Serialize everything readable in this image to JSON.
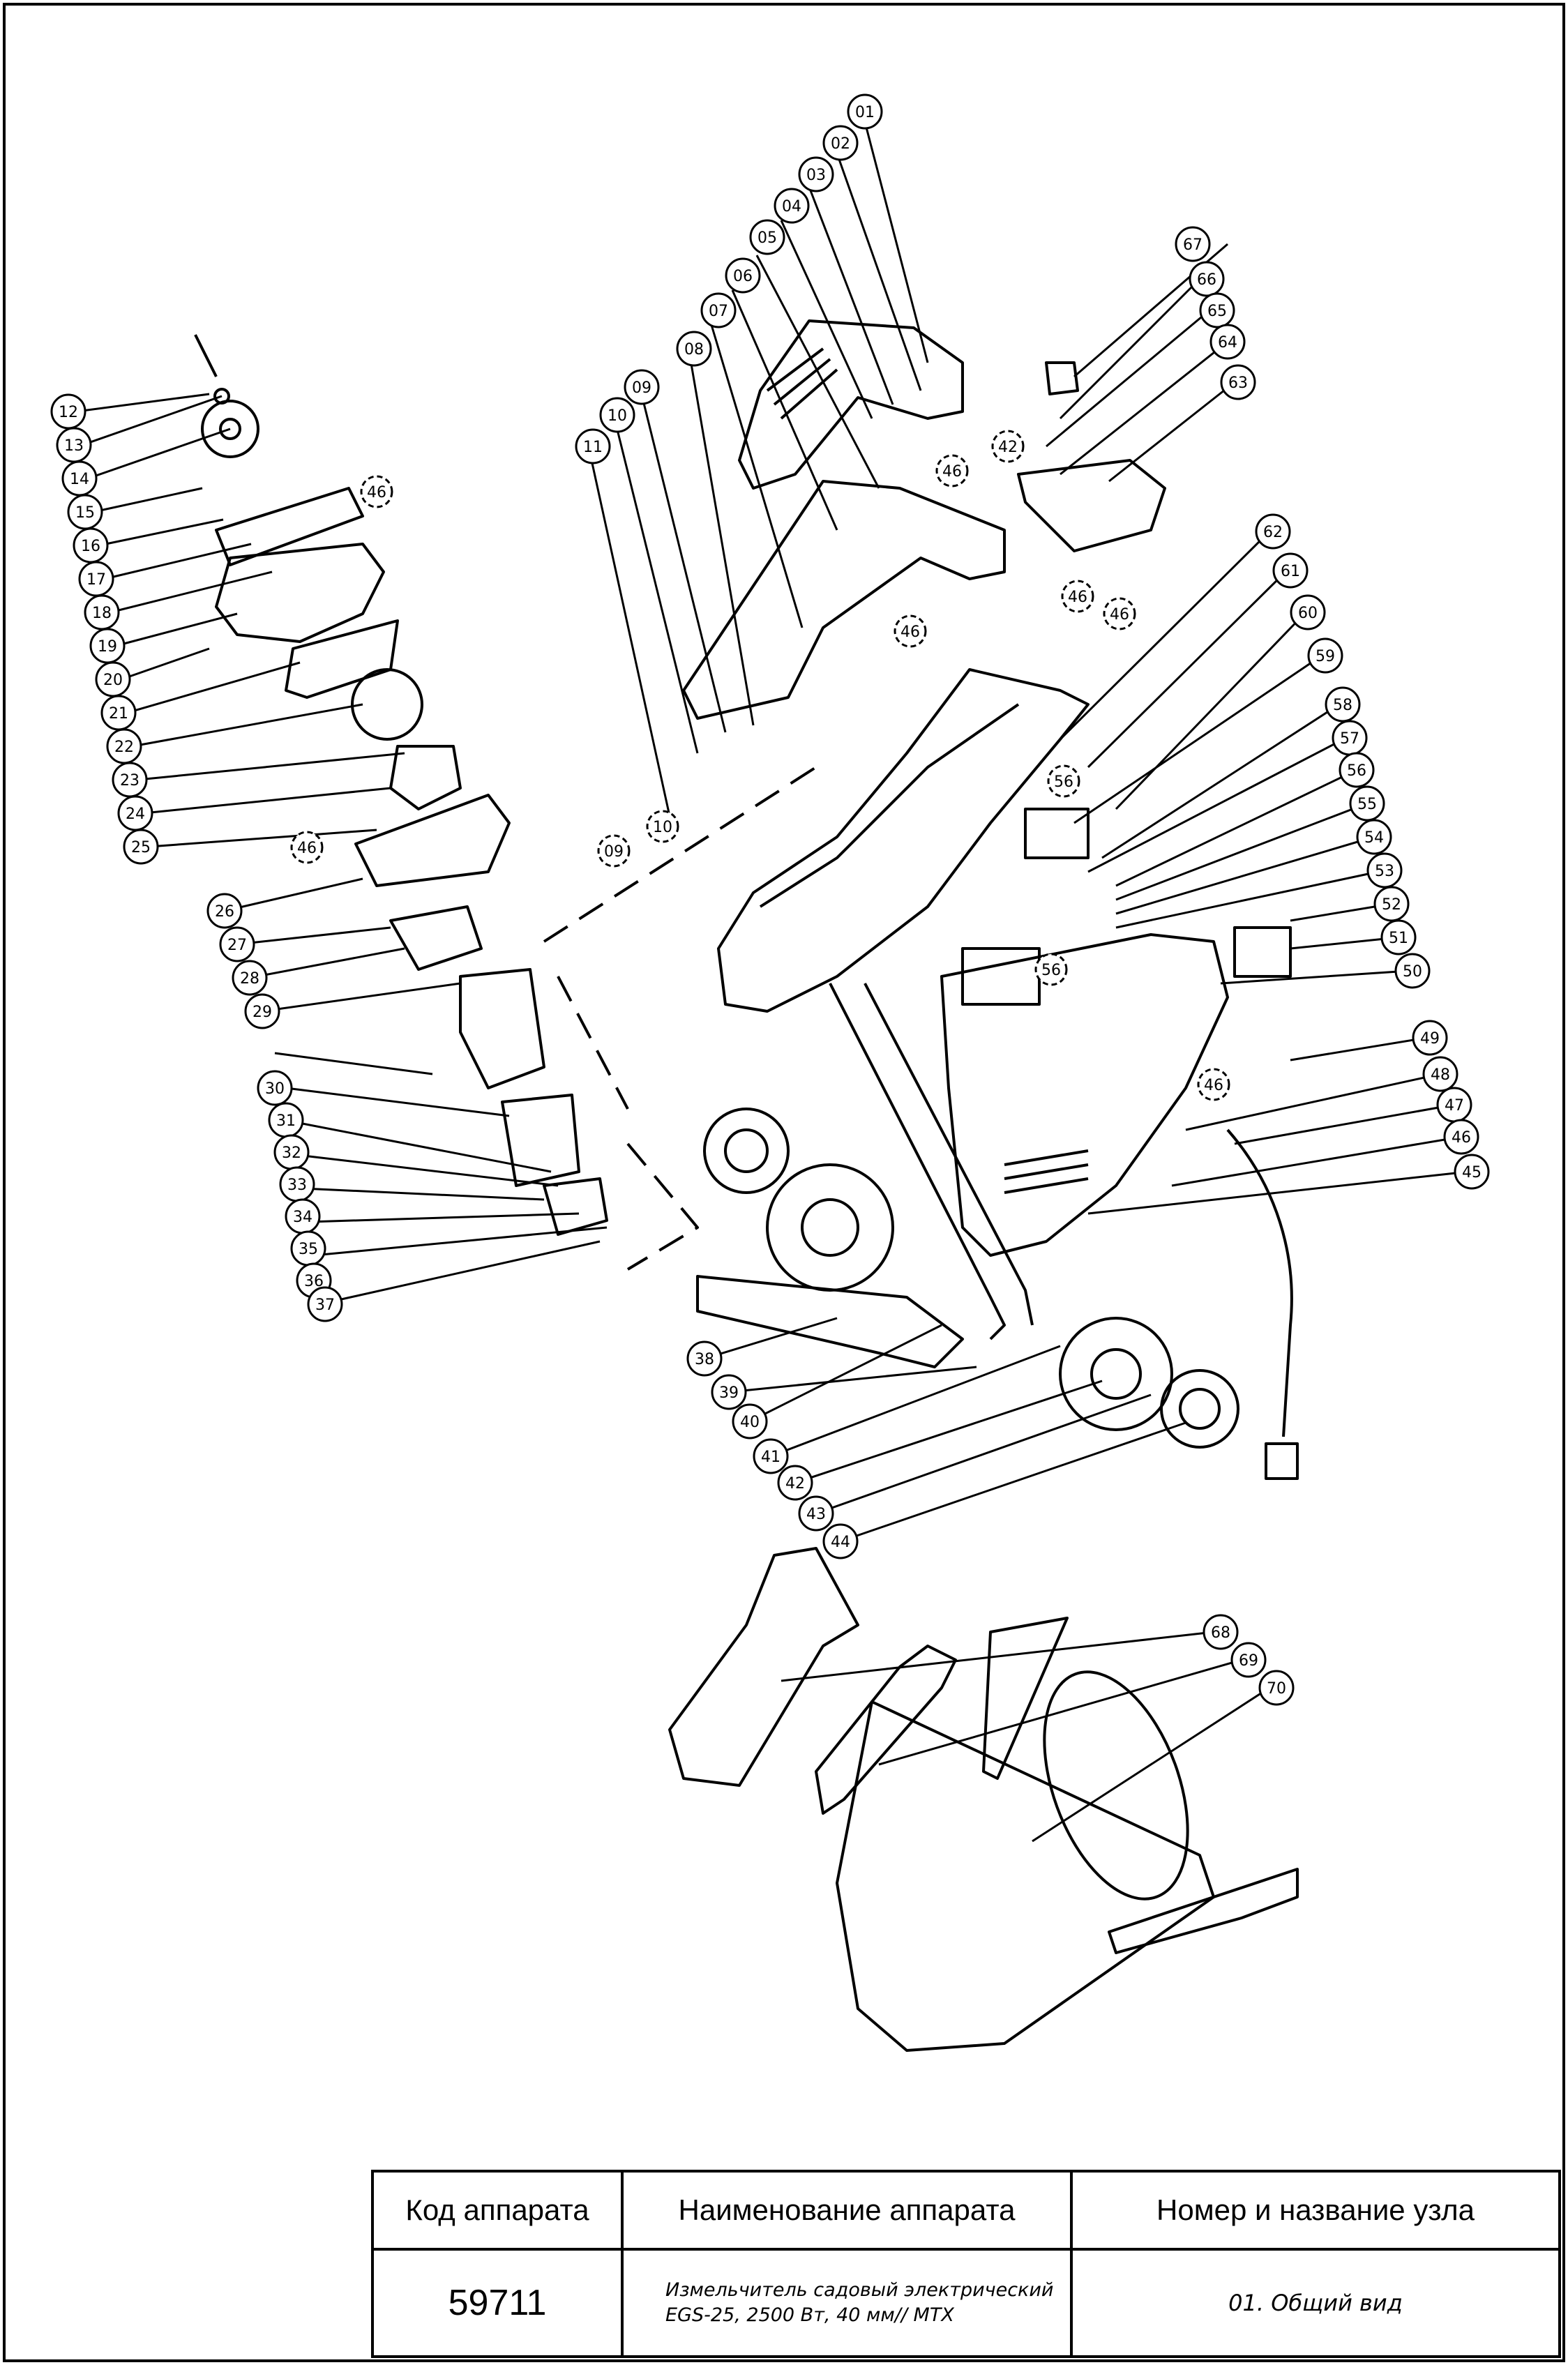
{
  "title_block": {
    "col_code_header": "Код аппарата",
    "col_name_header": "Наименование аппарата",
    "col_unit_header": "Номер и название узла",
    "code_value": "59711",
    "name_line1": "Измельчитель садовый электрический",
    "name_line2": "EGS-25, 2500 Вт, 40 мм// MTX",
    "unit_value": "01. Общий вид"
  },
  "callouts": {
    "left_column": [
      "12",
      "13",
      "14",
      "15",
      "16",
      "17",
      "18",
      "19",
      "20",
      "21",
      "22",
      "23",
      "24",
      "25",
      "26",
      "27",
      "28",
      "29",
      "30",
      "31",
      "32",
      "33",
      "34",
      "35",
      "36",
      "37"
    ],
    "top_arc": [
      "01",
      "02",
      "03",
      "04",
      "05",
      "06",
      "07",
      "08",
      "09",
      "10",
      "11"
    ],
    "right_column": [
      "67",
      "66",
      "65",
      "64",
      "63",
      "62",
      "61",
      "60",
      "59",
      "58",
      "57",
      "56",
      "55",
      "54",
      "53",
      "52",
      "51",
      "50",
      "49",
      "48",
      "47",
      "46",
      "45"
    ],
    "bottom_arc": [
      "38",
      "39",
      "40",
      "41",
      "42",
      "43",
      "44"
    ],
    "accessories": [
      "68",
      "69",
      "70"
    ],
    "inline": [
      "46",
      "46",
      "46",
      "46",
      "46",
      "46",
      "42",
      "56",
      "56",
      "46",
      "09",
      "10"
    ]
  }
}
